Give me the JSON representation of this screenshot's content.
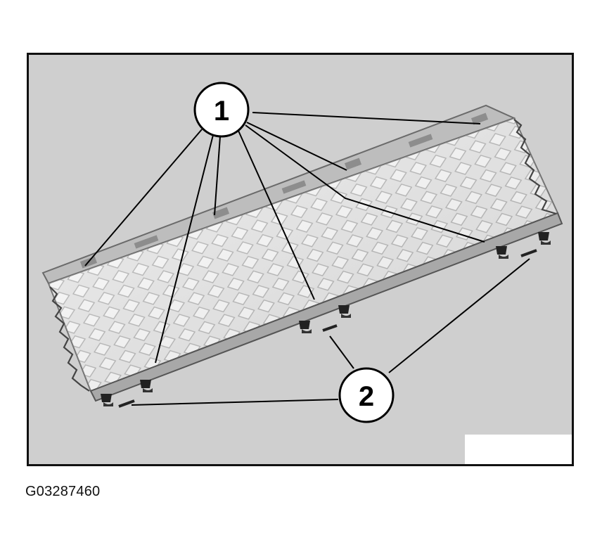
{
  "figure": {
    "callouts": [
      {
        "id": "callout-1",
        "label": "1"
      },
      {
        "id": "callout-2",
        "label": "2"
      }
    ],
    "code": "G03287460"
  }
}
